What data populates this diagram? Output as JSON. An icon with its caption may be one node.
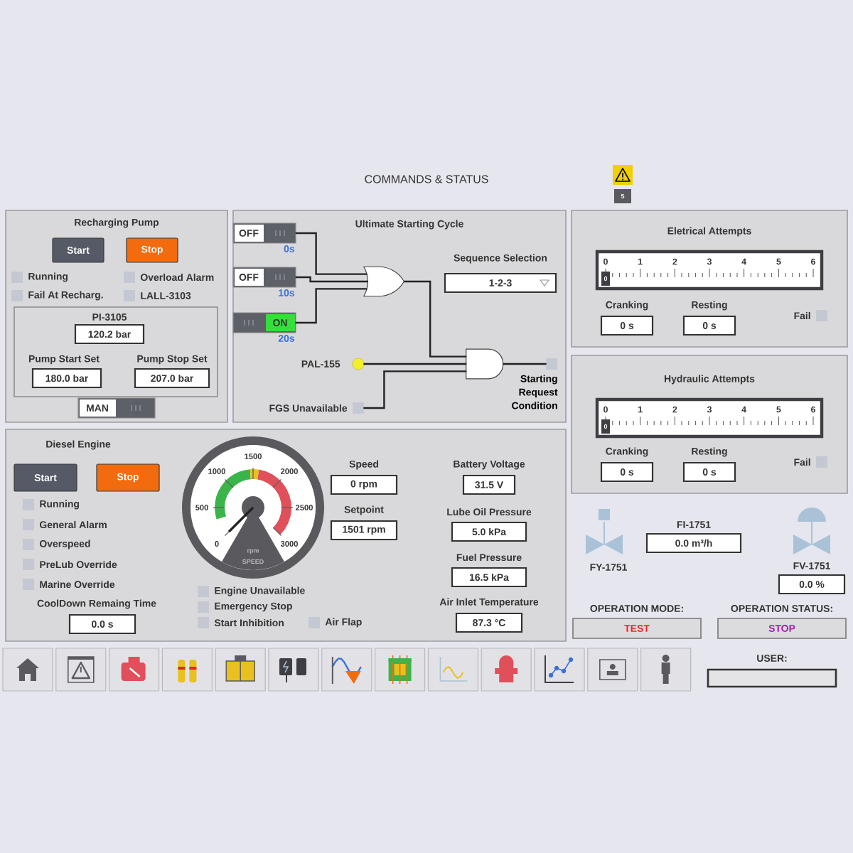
{
  "diagram": {
    "title": "COMMANDS & STATUS",
    "nodes": [
      {
        "text": [
          "Recharging Pump"
        ]
      },
      {
        "text": [
          "Start"
        ],
        "in": 0
      },
      {
        "text": [
          "Stop"
        ],
        "in": 0
      },
      {
        "text": [],
        "shape": "box",
        "in": 0
      },
      {
        "text": [
          "PI-3105",
          "120.2 bar"
        ],
        "in": 3
      },
      {
        "text": [
          "Pump Start Set",
          "180.0 bar"
        ],
        "in": 3
      },
      {
        "text": [
          "Pump Stop Set",
          "207.0 bar"
        ],
        "in": 3
      },
      {
        "text": [
          "MAN"
        ],
        "in": 0
      },
      {
        "text": [
          "Ultimate Starting Cycle"
        ]
      },
      {
        "text": [
          "OFF"
        ],
        "beside": [
          "0s"
        ],
        "in": 8
      },
      {
        "text": [
          "OFF"
        ],
        "beside": [
          "10s"
        ],
        "in": 8
      },
      {
        "text": [
          "ON"
        ],
        "beside": [
          "20s"
        ],
        "in": 8
      },
      {
        "text": [],
        "shape": "or-gate",
        "in": 8
      },
      {
        "text": [
          "Sequence Selection",
          "1-2-3"
        ],
        "in": 8
      },
      {
        "text": [],
        "shape": "circle",
        "beside": [
          "PAL-155"
        ],
        "in": 8
      },
      {
        "text": [],
        "shape": "and-gate",
        "in": 8
      },
      {
        "text": [],
        "shape": "box",
        "beside": [
          "Starting Request Condition"
        ],
        "in": 8
      },
      {
        "text": [],
        "shape": "box",
        "beside": [
          "FGS Unavailable"
        ],
        "in": 8
      },
      {
        "text": [
          "Eletrical Attempts"
        ]
      },
      {
        "text": [
          "0",
          "1",
          "2",
          "3",
          "4",
          "5",
          "6",
          "0"
        ],
        "in": 18
      },
      {
        "text": [
          "Cranking",
          "0 s"
        ],
        "in": 18
      },
      {
        "text": [
          "Resting",
          "0 s"
        ],
        "in": 18
      },
      {
        "text": [],
        "shape": "box",
        "beside": [
          "Fail"
        ],
        "in": 18
      },
      {
        "text": [
          "Hydraulic Attempts"
        ]
      },
      {
        "text": [
          "0",
          "1",
          "2",
          "3",
          "4",
          "5",
          "6",
          "0"
        ],
        "in": 23
      },
      {
        "text": [
          "Cranking",
          "0 s"
        ],
        "in": 23
      },
      {
        "text": [
          "Resting",
          "0 s"
        ],
        "in": 23
      },
      {
        "text": [],
        "shape": "box",
        "beside": [
          "Fail"
        ],
        "in": 23
      },
      {
        "text": [
          "Diesel Engine"
        ]
      },
      {
        "text": [
          "Start"
        ],
        "in": 28
      },
      {
        "text": [
          "Stop"
        ],
        "in": 28
      },
      {
        "text": [
          "CoolDown Remaing Time",
          "0.0 s"
        ],
        "in": 28
      },
      {
        "text": [
          "0",
          "500",
          "1000",
          "1500",
          "2000",
          "2500",
          "3000",
          "rpm",
          "SPEED"
        ],
        "in": 28
      },
      {
        "text": [
          "Speed",
          "0 rpm"
        ],
        "in": 28
      },
      {
        "text": [
          "Setpoint",
          "1501 rpm"
        ],
        "in": 28
      },
      {
        "text": [
          "Battery Voltage",
          "31.5 V"
        ],
        "in": 28
      },
      {
        "text": [
          "Lube Oil Pressure",
          "5.0 kPa"
        ],
        "in": 28
      },
      {
        "text": [
          "Fuel Pressure",
          "16.5 kPa"
        ],
        "in": 28
      },
      {
        "text": [
          "Air Inlet Temperature",
          "87.3 °C"
        ],
        "in": 28
      },
      {
        "text": [],
        "shape": "valve",
        "beside": [
          "FY-1751"
        ]
      },
      {
        "text": [
          "FI-1751",
          "0.0 m³/h"
        ]
      },
      {
        "text": [],
        "shape": "valve"
      },
      {
        "text": [
          "FV-1751",
          "0.0 %"
        ]
      },
      {
        "text": [
          "OPERATION MODE:",
          "TEST"
        ]
      },
      {
        "text": [
          "OPERATION STATUS:",
          "STOP"
        ]
      },
      {
        "text": [
          "USER:"
        ]
      }
    ],
    "edges": [
      {
        "from": 9,
        "to": 12,
        "arrow": "none"
      },
      {
        "from": 10,
        "to": 12,
        "arrow": "none"
      },
      {
        "from": 11,
        "to": 12,
        "arrow": "none"
      },
      {
        "from": 12,
        "to": 15,
        "arrow": "none"
      },
      {
        "from": 14,
        "to": 15,
        "arrow": "none"
      },
      {
        "from": 17,
        "to": 15,
        "arrow": "none"
      },
      {
        "from": 15,
        "to": 16,
        "arrow": "none"
      }
    ],
    "labels": [
      "5",
      "Running",
      "Overload Alarm",
      "Fail At Recharg.",
      "LALL-3103",
      "Running",
      "General Alarm",
      "Overspeed",
      "PreLub Override",
      "Marine Override",
      "Engine Unavailable",
      "Emergency Stop",
      "Start Inhibition",
      "Air Flap"
    ]
  }
}
